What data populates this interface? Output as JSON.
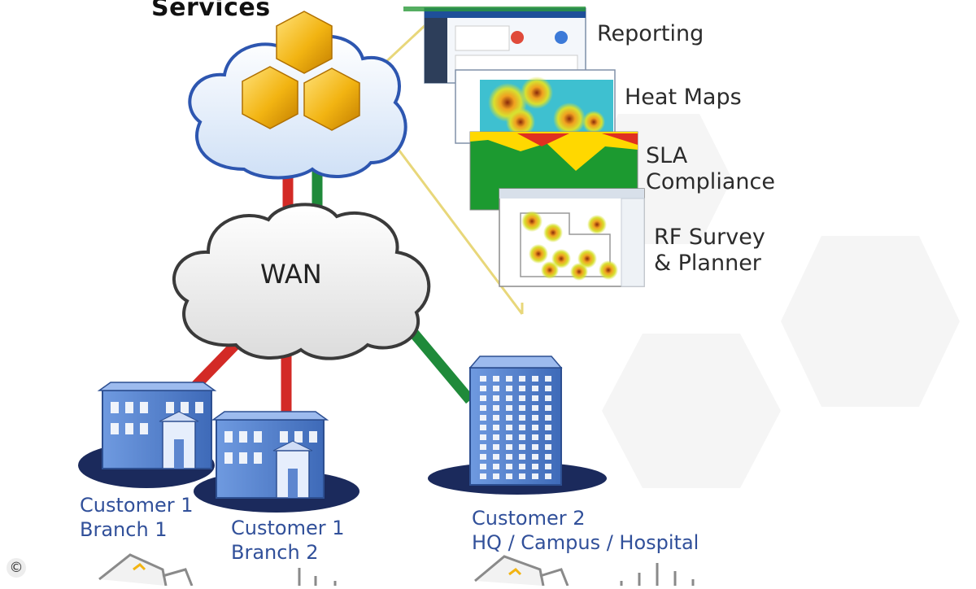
{
  "title": "Services",
  "cloud_label": "WAN",
  "features": [
    {
      "label": "Reporting"
    },
    {
      "label": "Heat Maps"
    },
    {
      "label": "SLA\nCompliance"
    },
    {
      "label": "RF Survey\n& Planner"
    }
  ],
  "sites": [
    {
      "label": "Customer 1\nBranch 1"
    },
    {
      "label": "Customer 1\nBranch 2"
    },
    {
      "label": "Customer 2\nHQ / Campus / Hospital"
    }
  ],
  "copyright_symbol": "©",
  "colors": {
    "link_red": "#d32a26",
    "link_green": "#1f8a3a",
    "building_blue": "#4f7fcf",
    "base_navy": "#1b2a5c",
    "hex_gold": "#f2b412",
    "callout_yellow": "#e8d77a",
    "label_blue": "#31509a"
  }
}
